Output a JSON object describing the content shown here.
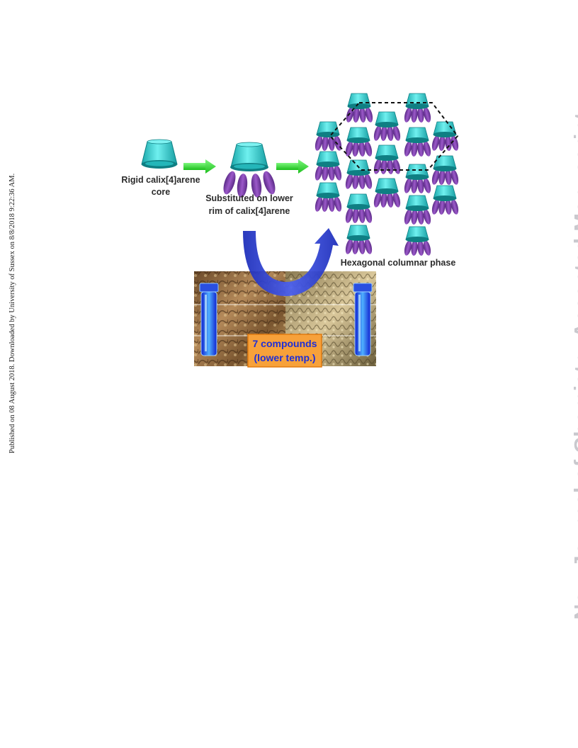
{
  "sidebar_left": "Published on 08 August 2018. Downloaded by University of Sussex on 8/8/2018 9:22:36 AM.",
  "sidebar_right": "New Journal of Chemistry Accepted Manuscript",
  "figure": {
    "label_core_line1": "Rigid calix[4]arene",
    "label_core_line2": "core",
    "label_sub_line1": "Substituted on  lower",
    "label_sub_line2": "rim of  calix[4]arene",
    "label_phase": "Hexagonal columnar phase",
    "compounds_line1": "7 compounds",
    "compounds_line2": "(lower temp.)"
  },
  "colors": {
    "cup": "#36cfd0",
    "cup_dark": "#13868a",
    "leg": "#7b3ea6",
    "arrow_green": "#2ee62e",
    "arrow_blue": "#2534c4",
    "badge_fill": "#f7a13a",
    "badge_text": "#1f2fd6"
  }
}
